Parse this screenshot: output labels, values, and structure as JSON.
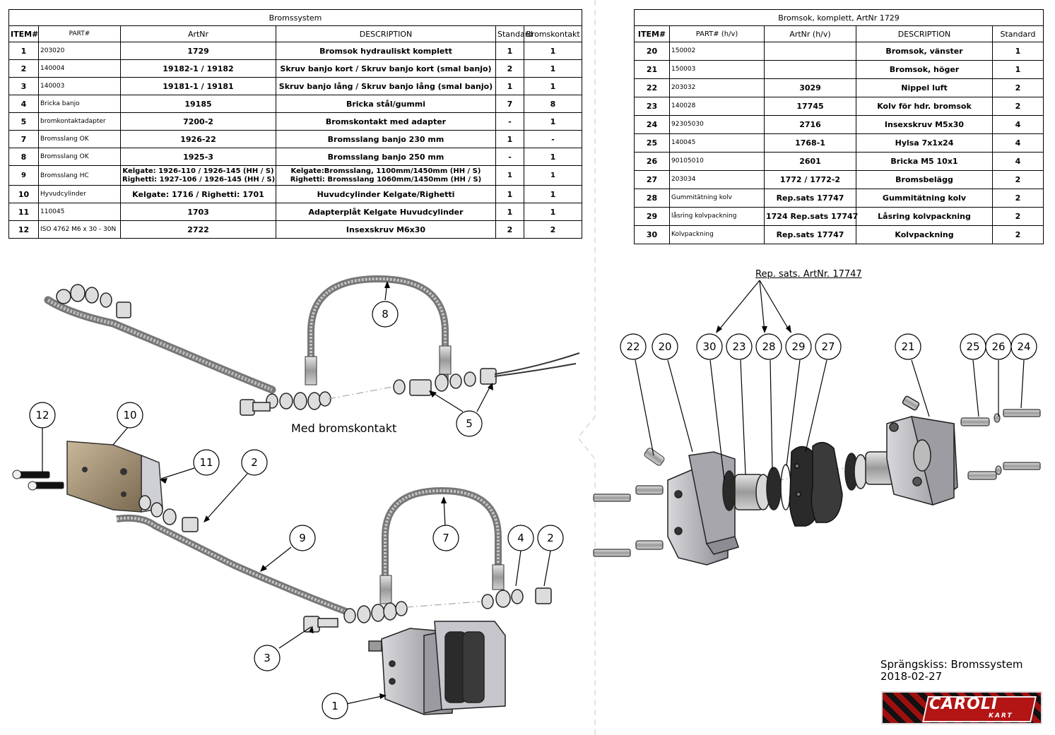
{
  "left_table": {
    "title": "Bromssystem",
    "headers": [
      "ITEM#",
      "PART#",
      "ArtNr",
      "DESCRIPTION",
      "Standard",
      "Bromskontakt"
    ],
    "rows": [
      {
        "item": "1",
        "part": "203020",
        "artnr": "1729",
        "description": "Bromsok hydrauliskt komplett",
        "standard": "1",
        "bromskontakt": "1"
      },
      {
        "item": "2",
        "part": "140004",
        "artnr": "19182-1 / 19182",
        "description": "Skruv banjo kort / Skruv banjo kort (smal banjo)",
        "standard": "2",
        "bromskontakt": "1"
      },
      {
        "item": "3",
        "part": "140003",
        "artnr": "19181-1 / 19181",
        "description": "Skruv banjo lång / Skruv banjo lång (smal banjo)",
        "standard": "1",
        "bromskontakt": "1"
      },
      {
        "item": "4",
        "part": "Bricka banjo",
        "artnr": "19185",
        "description": "Bricka stål/gummi",
        "standard": "7",
        "bromskontakt": "8"
      },
      {
        "item": "5",
        "part": "bromkontaktadapter",
        "artnr": "7200-2",
        "description": "Bromskontakt med adapter",
        "standard": "-",
        "bromskontakt": "1"
      },
      {
        "item": "7",
        "part": "Bromsslang OK",
        "artnr": "1926-22",
        "description": "Bromsslang banjo 230 mm",
        "standard": "1",
        "bromskontakt": "-"
      },
      {
        "item": "8",
        "part": "Bromsslang OK",
        "artnr": "1925-3",
        "description": "Bromsslang banjo 250 mm",
        "standard": "-",
        "bromskontakt": "1"
      },
      {
        "item": "9",
        "part": "Bromsslang HC",
        "artnr": "Kelgate: 1926-110 / 1926-145 (HH / S)",
        "artnr2": "Righetti: 1927-106 / 1926-145 (HH / S)",
        "description": "Kelgate:Bromsslang, 1100mm/1450mm (HH / S)",
        "description2": "Righetti: Bromsslang 1060mm/1450mm (HH / S)",
        "standard": "1",
        "bromskontakt": "1"
      },
      {
        "item": "10",
        "part": "Hyvudcylinder",
        "artnr": "Kelgate: 1716 / Righetti: 1701",
        "description": "Huvudcylinder Kelgate/Righetti",
        "standard": "1",
        "bromskontakt": "1"
      },
      {
        "item": "11",
        "part": "110045",
        "artnr": "1703",
        "description": "Adapterplåt Kelgate Huvudcylinder",
        "standard": "1",
        "bromskontakt": "1"
      },
      {
        "item": "12",
        "part": "ISO 4762 M6 x 30 - 30N",
        "artnr": "2722",
        "description": "Insexskruv M6x30",
        "standard": "2",
        "bromskontakt": "2"
      }
    ]
  },
  "right_table": {
    "title": "Bromsok, komplett, ArtNr 1729",
    "headers": [
      "ITEM#",
      "PART# (h/v)",
      "ArtNr (h/v)",
      "DESCRIPTION",
      "Standard"
    ],
    "rows": [
      {
        "item": "20",
        "part": "150002",
        "artnr": "",
        "description": "Bromsok, vänster",
        "standard": "1"
      },
      {
        "item": "21",
        "part": "150003",
        "artnr": "",
        "description": "Bromsok, höger",
        "standard": "1"
      },
      {
        "item": "22",
        "part": "203032",
        "artnr": "3029",
        "description": "Nippel luft",
        "standard": "2"
      },
      {
        "item": "23",
        "part": "140028",
        "artnr": "17745",
        "description": "Kolv för hdr. bromsok",
        "standard": "2"
      },
      {
        "item": "24",
        "part": "92305030",
        "artnr": "2716",
        "description": "Insexskruv M5x30",
        "standard": "4"
      },
      {
        "item": "25",
        "part": "140045",
        "artnr": "1768-1",
        "description": "Hylsa 7x1x24",
        "standard": "4"
      },
      {
        "item": "26",
        "part": "90105010",
        "artnr": "2601",
        "description": "Bricka M5 10x1",
        "standard": "4"
      },
      {
        "item": "27",
        "part": "203034",
        "artnr": "1772 / 1772-2",
        "description": "Bromsbelägg",
        "standard": "2"
      },
      {
        "item": "28",
        "part": "Gummitätning kolv",
        "artnr": "Rep.sats 17747",
        "description": "Gummitätning kolv",
        "standard": "2"
      },
      {
        "item": "29",
        "part": "låsring kolvpackning",
        "artnr": "1724 Rep.sats 17747",
        "description": "Låsring kolvpackning",
        "standard": "2"
      },
      {
        "item": "30",
        "part": "Kolvpackning",
        "artnr": "Rep.sats 17747",
        "description": "Kolvpackning",
        "standard": "2"
      }
    ]
  },
  "drawing": {
    "med_bromskontakt_label": "Med bromskontakt",
    "rep_sats_label": "Rep. sats. ArtNr. 17747",
    "left_balloons": [
      "8",
      "5",
      "12",
      "10",
      "11",
      "2",
      "9",
      "7",
      "4",
      "2",
      "3",
      "1"
    ],
    "right_balloons": [
      "22",
      "20",
      "30",
      "23",
      "28",
      "29",
      "27",
      "21",
      "25",
      "26",
      "24"
    ]
  },
  "footer": {
    "title": "Sprängskiss: Bromssystem",
    "date": "2018-02-27"
  },
  "logo": {
    "main": "CAROLI",
    "sub": "KART",
    "colors": {
      "red": "#b31414",
      "dark": "#111111"
    }
  }
}
